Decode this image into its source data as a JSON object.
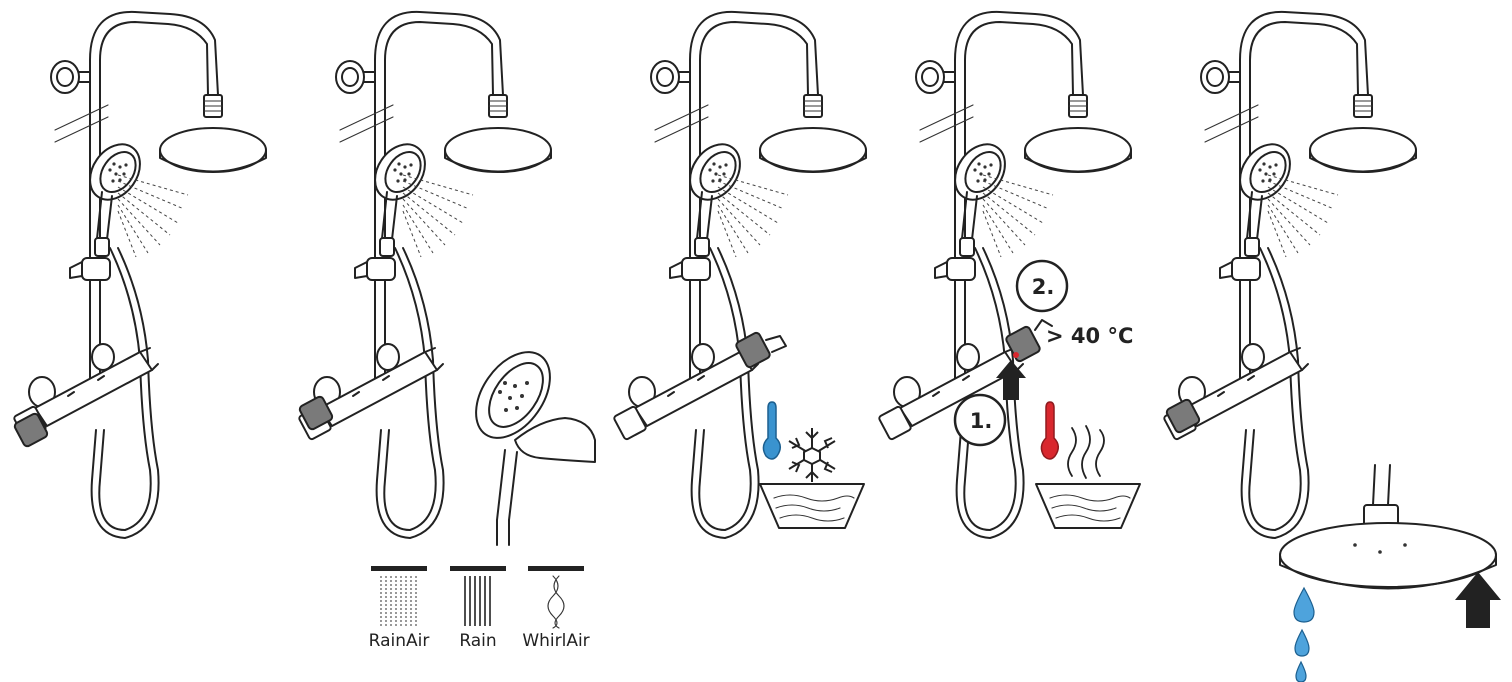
{
  "steps": [
    {
      "id": "panel-1"
    },
    {
      "id": "panel-2"
    },
    {
      "id": "panel-3"
    },
    {
      "id": "panel-4"
    },
    {
      "id": "panel-5"
    }
  ],
  "spray_modes": [
    "RainAir",
    "Rain",
    "WhirlAir"
  ],
  "step_markers": {
    "first": "1.",
    "second": "2."
  },
  "temperature_label": "> 40 °C",
  "icons": [
    "thermometer-cold-icon",
    "snowflake-icon",
    "thermometer-hot-icon",
    "steam-icon",
    "arrow-up-icon",
    "water-drop-icon"
  ],
  "colors": {
    "cold": "#3a93cf",
    "hot": "#d9272e",
    "drop": "#4ea3dc",
    "line": "#222222"
  }
}
